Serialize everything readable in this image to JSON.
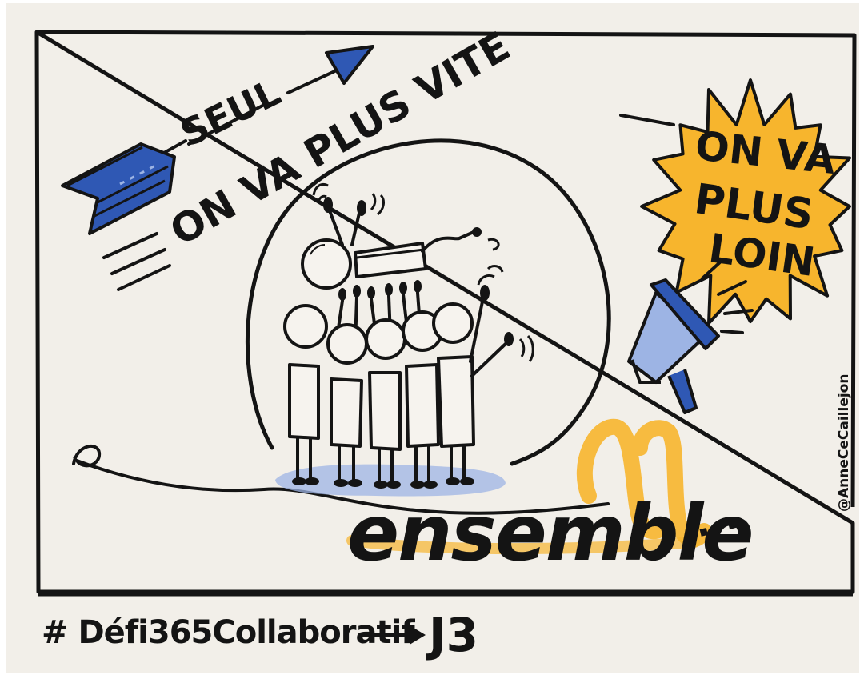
{
  "drawing": {
    "text_seul": "SEUL",
    "text_on_va_plus_vite": "ON VA PLUS VITE",
    "burst_line1": "ON VA",
    "burst_line2": "PLUS",
    "burst_line3": "LOIN",
    "text_ensemble": "ensemble",
    "text_ellipsis": "...",
    "signature": "@AnneCeCaillejon",
    "hashtag": "# Défi365Collaboratif",
    "day_label": "J3"
  },
  "colors": {
    "paper": "#f2efe9",
    "ink": "#141414",
    "blue": "#2f58b4",
    "light_blue": "#9db4e4",
    "yellow": "#f7b52d",
    "figure_fill": "#f6f3ee"
  },
  "icons": [
    "arrow-icon",
    "megaphone-icon",
    "star-burst-icon",
    "people-group-icon",
    "music-note-icon"
  ]
}
